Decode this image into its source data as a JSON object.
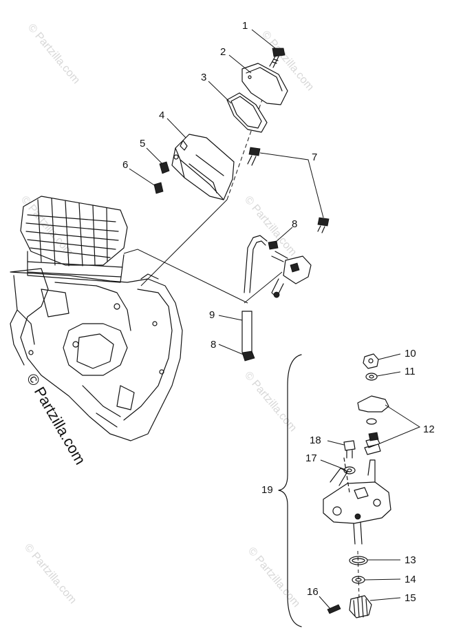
{
  "watermark": {
    "text": "© Partzilla.com",
    "main_text": "© Partzilla.com"
  },
  "callouts": {
    "c1": "1",
    "c2": "2",
    "c3": "3",
    "c4": "4",
    "c5": "5",
    "c6": "6",
    "c7": "7",
    "c8a": "8",
    "c8b": "8",
    "c9": "9",
    "c10": "10",
    "c11": "11",
    "c12": "12",
    "c13": "13",
    "c14": "14",
    "c15": "15",
    "c16": "16",
    "c17": "17",
    "c18": "18",
    "c19": "19"
  }
}
